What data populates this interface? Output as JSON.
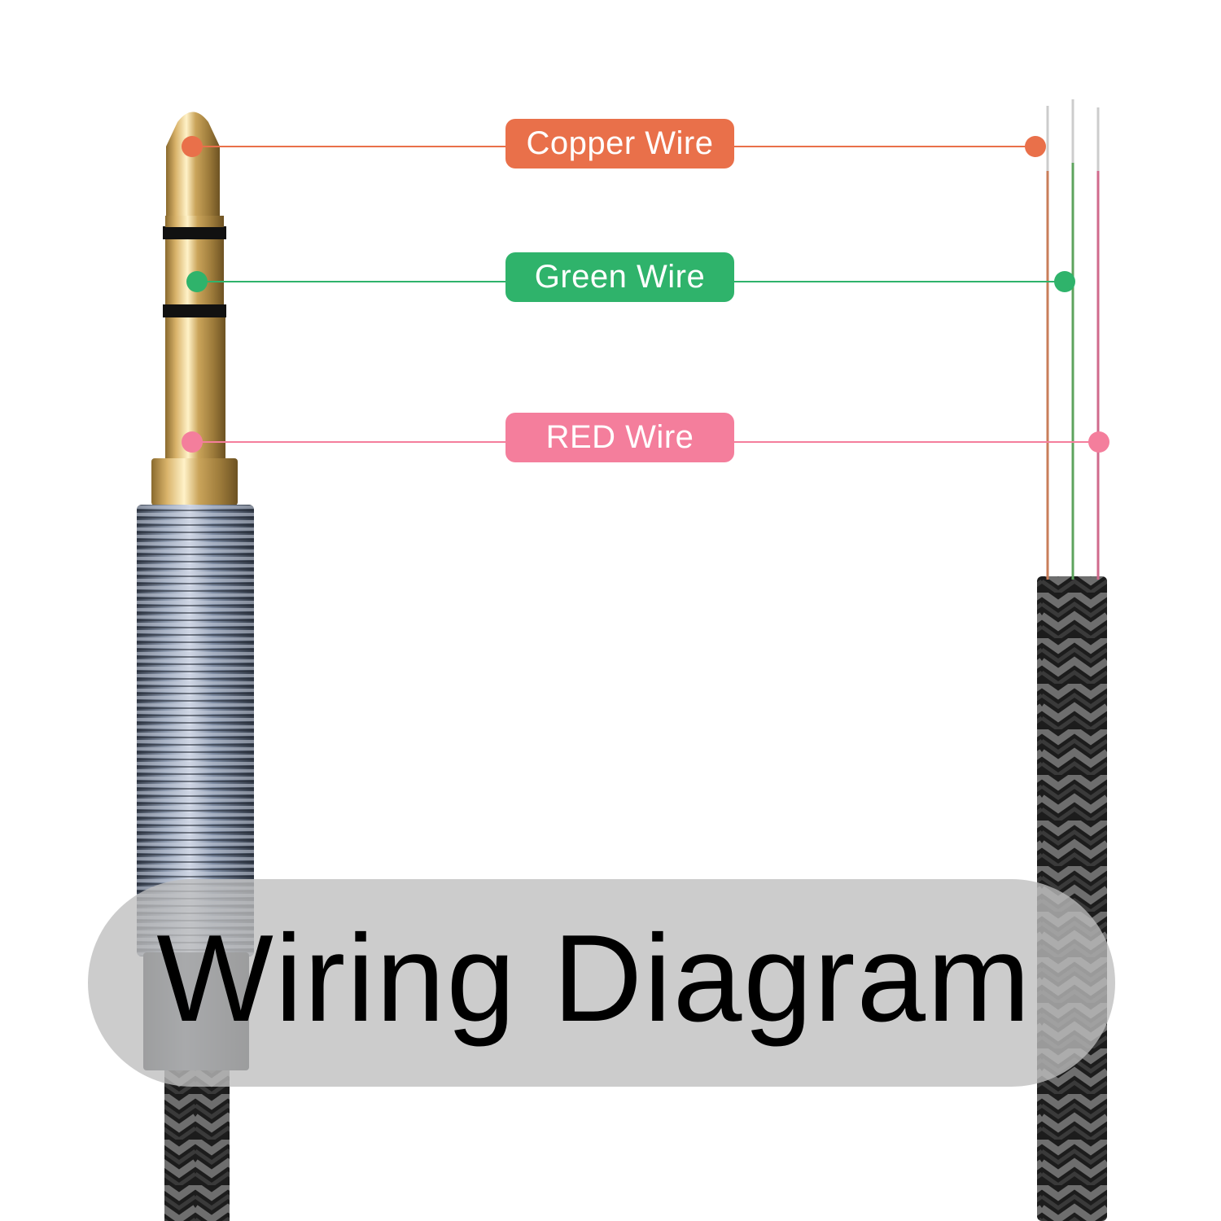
{
  "labels": {
    "copper": "Copper Wire",
    "green": "Green Wire",
    "red": "RED Wire"
  },
  "title": "Wiring Diagram",
  "colors": {
    "copper": "#e9704a",
    "green": "#2fb36b",
    "red": "#f47e9c",
    "gold": "#c9a25a",
    "spring": "#5c6b82",
    "braid": "#2a2a2a"
  },
  "icons": [
    "audio-jack-plug-icon",
    "braided-cable-icon"
  ]
}
